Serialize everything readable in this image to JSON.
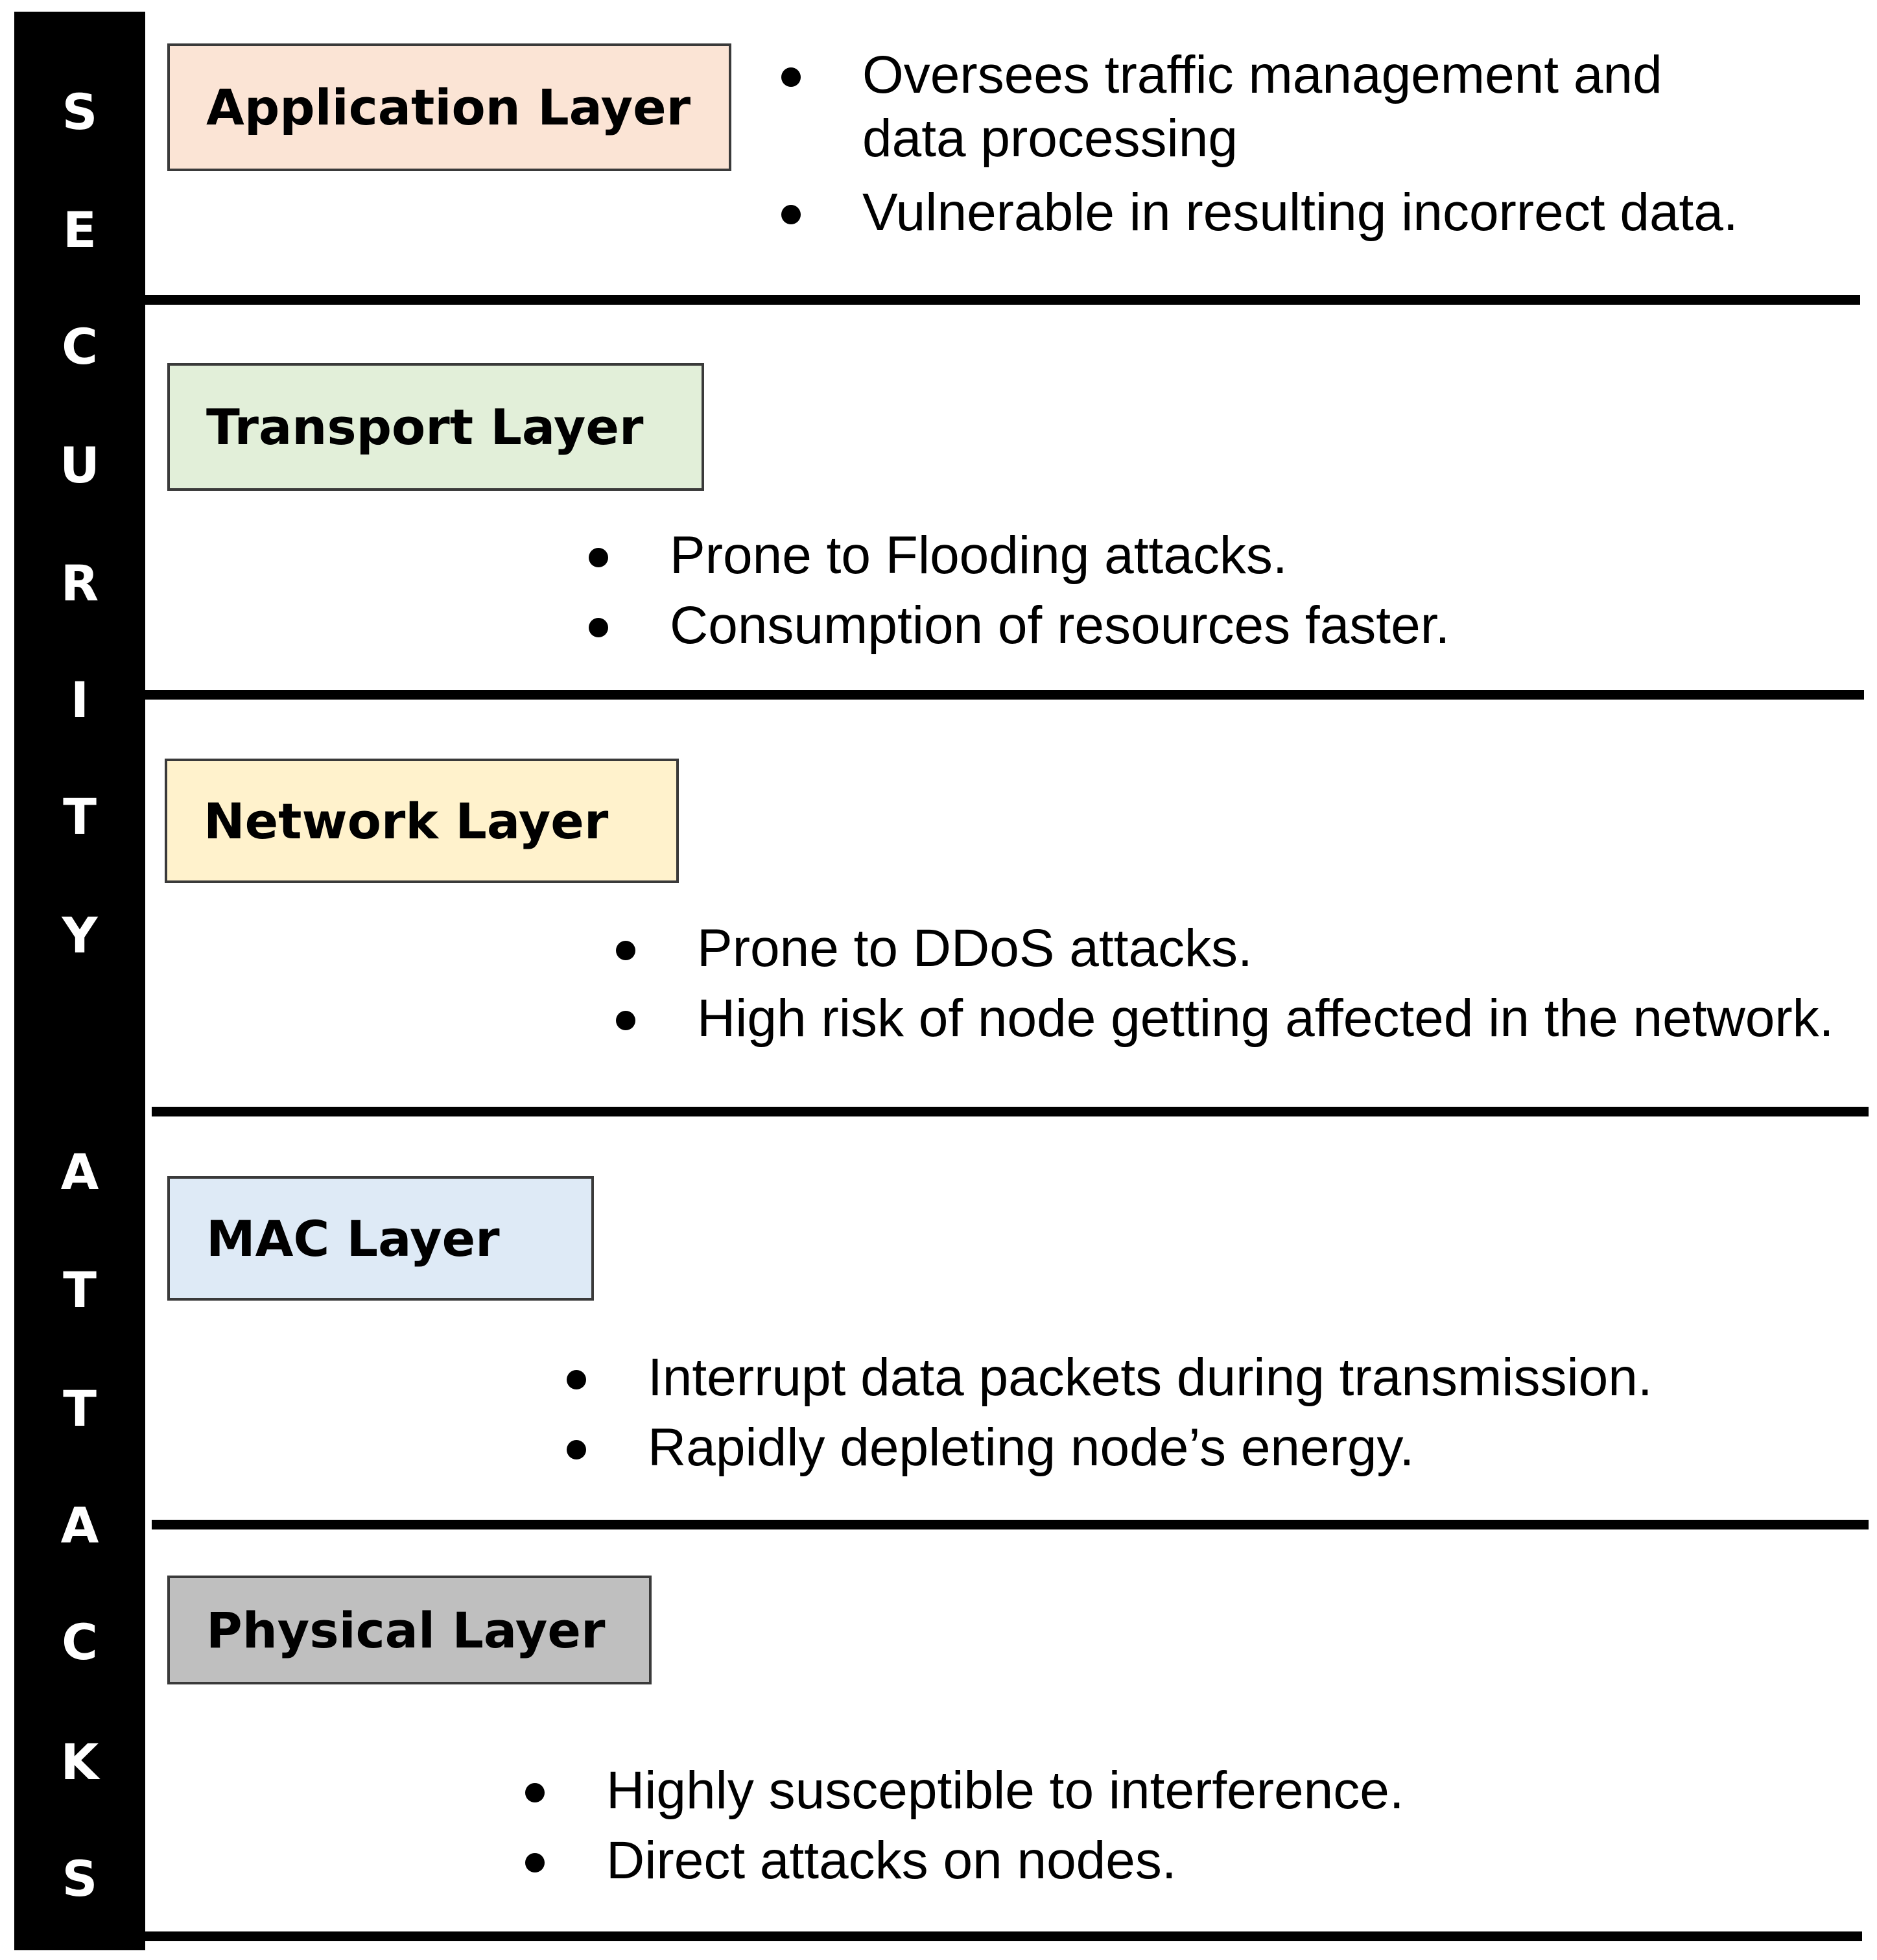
{
  "sidebar": {
    "letters": [
      "S",
      "E",
      "C",
      "U",
      "R",
      "I",
      "T",
      "Y",
      "A",
      "T",
      "T",
      "A",
      "C",
      "K",
      "S"
    ]
  },
  "layers": [
    {
      "title": "Application Layer",
      "color": "#FBE4D5",
      "bullets": [
        "Oversees traffic management and data processing",
        "Vulnerable in resulting incorrect data."
      ]
    },
    {
      "title": "Transport Layer",
      "color": "#E2EFD9",
      "bullets": [
        "Prone to Flooding attacks.",
        "Consumption of resources faster."
      ]
    },
    {
      "title": "Network Layer",
      "color": "#FFF2CC",
      "bullets": [
        "Prone to DDoS attacks.",
        "High risk of node getting affected in the network."
      ]
    },
    {
      "title": "MAC Layer",
      "color": "#DEEAF6",
      "bullets": [
        "Interrupt data packets during transmission.",
        "Rapidly depleting node’s energy."
      ]
    },
    {
      "title": "Physical Layer",
      "color": "#BFBFBF",
      "bullets": [
        "Highly susceptible to interference.",
        "Direct attacks on nodes."
      ]
    }
  ]
}
